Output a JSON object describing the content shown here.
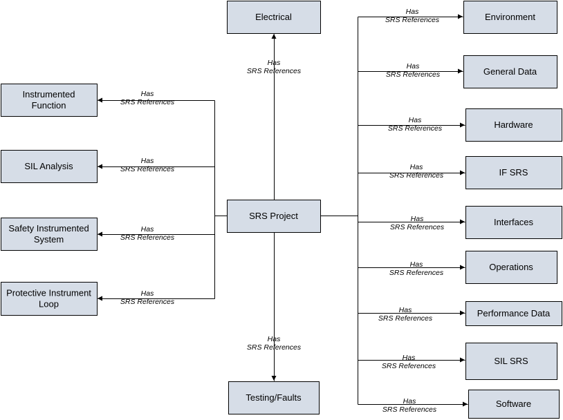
{
  "center": {
    "label": "SRS Project"
  },
  "top": {
    "label": "Electrical",
    "edge": [
      "Has",
      "SRS References"
    ]
  },
  "bottom": {
    "label": "Testing/Faults",
    "edge": [
      "Has",
      "SRS References"
    ]
  },
  "left": [
    {
      "label": [
        "Instrumented",
        "Function"
      ],
      "edge": [
        "Has",
        "SRS References"
      ]
    },
    {
      "label": [
        "SIL Analysis"
      ],
      "edge": [
        "Has",
        "SRS References"
      ]
    },
    {
      "label": [
        "Safety Instrumented",
        "System"
      ],
      "edge": [
        "Has",
        "SRS References"
      ]
    },
    {
      "label": [
        "Protective Instrument",
        "Loop"
      ],
      "edge": [
        "Has",
        "SRS References"
      ]
    }
  ],
  "right": [
    {
      "label": [
        "Environment"
      ],
      "edge": [
        "Has",
        "SRS References"
      ]
    },
    {
      "label": [
        "General Data"
      ],
      "edge": [
        "Has",
        "SRS References"
      ]
    },
    {
      "label": [
        "Hardware"
      ],
      "edge": [
        "Has",
        "SRS References"
      ]
    },
    {
      "label": [
        "IF SRS"
      ],
      "edge": [
        "Has",
        "SRS References"
      ]
    },
    {
      "label": [
        "Interfaces"
      ],
      "edge": [
        "Has",
        "SRS References"
      ]
    },
    {
      "label": [
        "Operations"
      ],
      "edge": [
        "Has",
        "SRS References"
      ]
    },
    {
      "label": [
        "Performance Data"
      ],
      "edge": [
        "Has",
        "SRS References"
      ]
    },
    {
      "label": [
        "SIL SRS"
      ],
      "edge": [
        "Has",
        "SRS References"
      ]
    },
    {
      "label": [
        "Software"
      ],
      "edge": [
        "Has",
        "SRS References"
      ]
    }
  ],
  "colors": {
    "box_fill": "#d6dde7",
    "line": "#000000"
  }
}
